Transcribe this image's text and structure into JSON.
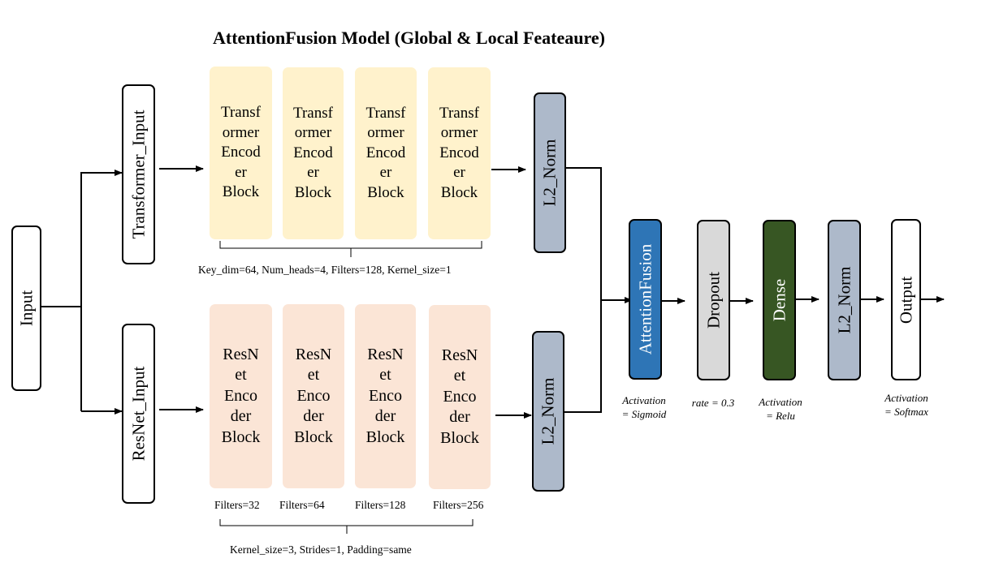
{
  "title": "AttentionFusion Model (Global & Local Feateaure)",
  "nodes": {
    "input": "Input",
    "transformer_input": "Transformer_Input",
    "resnet_input": "ResNet_Input",
    "l2_norm_top": "L2_Norm",
    "l2_norm_bottom": "L2_Norm",
    "attention_fusion": "AttentionFusion",
    "dropout": "Dropout",
    "dense": "Dense",
    "l2_norm_final": "L2_Norm",
    "output": "Output"
  },
  "transformer_blocks": [
    [
      "Transf",
      "ormer",
      "Encod",
      "er",
      "Block"
    ],
    [
      "Transf",
      "ormer",
      "Encod",
      "er",
      "Block"
    ],
    [
      "Transf",
      "ormer",
      "Encod",
      "er",
      "Block"
    ],
    [
      "Transf",
      "ormer",
      "Encod",
      "er",
      "Block"
    ]
  ],
  "resnet_blocks": [
    [
      "ResN",
      "et",
      "Enco",
      "der",
      "Block"
    ],
    [
      "ResN",
      "et",
      "Enco",
      "der",
      "Block"
    ],
    [
      "ResN",
      "et",
      "Enco",
      "der",
      "Block"
    ],
    [
      "ResN",
      "et",
      "Enco",
      "der",
      "Block"
    ]
  ],
  "transformer_params": "Key_dim=64,  Num_heads=4,  Filters=128, Kernel_size=1",
  "resnet_filters": [
    "Filters=32",
    "Filters=64",
    "Filters=128",
    "Filters=256"
  ],
  "resnet_params": "Kernel_size=3,  Strides=1,  Padding=same",
  "annotations": {
    "attention_fusion": [
      "Activation",
      "= Sigmoid"
    ],
    "dropout": "rate = 0.3",
    "dense": [
      "Activation",
      "= Relu"
    ],
    "output": [
      "Activation",
      "= Softmax"
    ]
  },
  "colors": {
    "transformer_block": "#fff2cc",
    "resnet_block": "#fbe5d6",
    "l2_norm": "#adb9ca",
    "attention_fusion": "#2e75b6",
    "dropout": "#d9d9d9",
    "dense": "#375623"
  }
}
